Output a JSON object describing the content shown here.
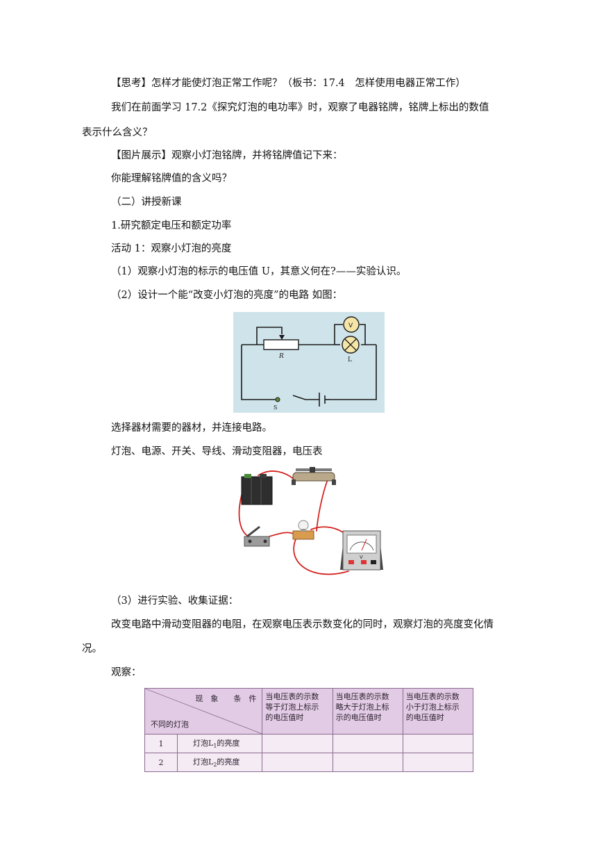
{
  "paragraphs": {
    "p1": "【思考】怎样才能使灯泡正常工作呢？（板书：17.4　怎样使用电器正常工作）",
    "p2a": "我们在前面学习 17.2《探究灯泡的电功率》时，观察了电器铭牌，铭牌上标出的数值",
    "p2b": "表示什么含义？",
    "p3": "【图片展示】观察小灯泡铭牌，并将铭牌值记下来：",
    "p4": "你能理解铭牌值的含义吗？",
    "p5": "（二）讲授新课",
    "p6": "1.研究额定电压和额定功率",
    "p7": "活动 1：观察小灯泡的亮度",
    "p8": "（1）观察小灯泡的标示的电压值 U，其意义何在?——实验认识。",
    "p9": "（2）设计一个能“改变小灯泡的亮度”的电路 如图：",
    "p10": "选择器材需要的器材，并连接电路。",
    "p11": "灯泡、电源、开关、导线、滑动变阻器，电压表",
    "p12": "（3）进行实验、收集证据：",
    "p13a": "改变电路中滑动变阻器的电阻，在观察电压表示数变化的同时，观察灯泡的亮度变化情",
    "p13b": "况。",
    "p14": "观察："
  },
  "circuit": {
    "label_R": "R",
    "label_L": "L",
    "label_V": "V",
    "label_S": "S"
  },
  "photo": {
    "meter_label": "V"
  },
  "table": {
    "corner_top": "现　象　　条　件",
    "corner_bottom": "不同的灯泡",
    "conditions": [
      [
        "当电压表的示数",
        "等于灯泡上标示",
        "的电压值时"
      ],
      [
        "当电压表的示数",
        "略大于灯泡上标",
        "示的电压值时"
      ],
      [
        "当电压表的示数",
        "小于灯泡上标示",
        "的电压值时"
      ]
    ],
    "rows": [
      {
        "num": "1",
        "bulb": "灯泡L",
        "sub": "1",
        "suffix": "的亮度"
      },
      {
        "num": "2",
        "bulb": "灯泡L",
        "sub": "2",
        "suffix": "的亮度"
      }
    ]
  }
}
